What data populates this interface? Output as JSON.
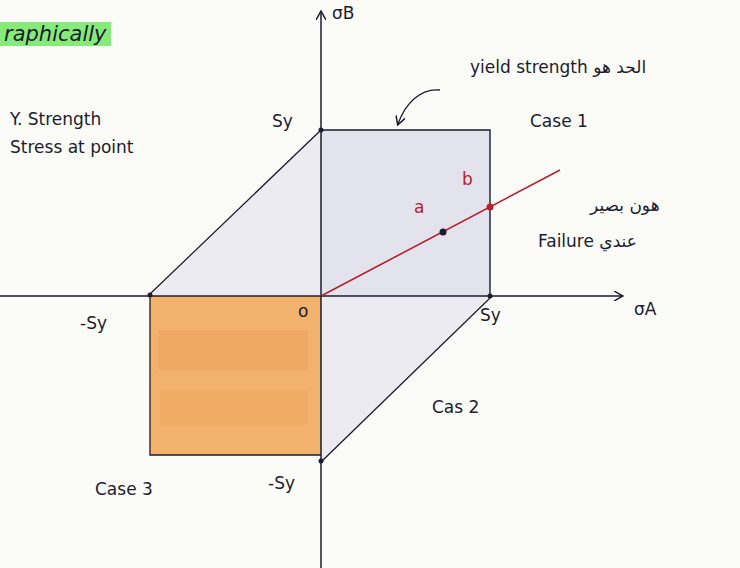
{
  "diagram": {
    "labels": [
      "raphically",
      "σB",
      "Sy",
      "Y. Strength",
      "Stress at point",
      "-Sy",
      "o",
      "Sy",
      "σA",
      "a",
      "b",
      "yield strength الحد هو",
      "Case 1",
      "هون بصير",
      "Failure عندي",
      "Cas 2",
      "Case 3",
      "-Sy"
    ]
  }
}
